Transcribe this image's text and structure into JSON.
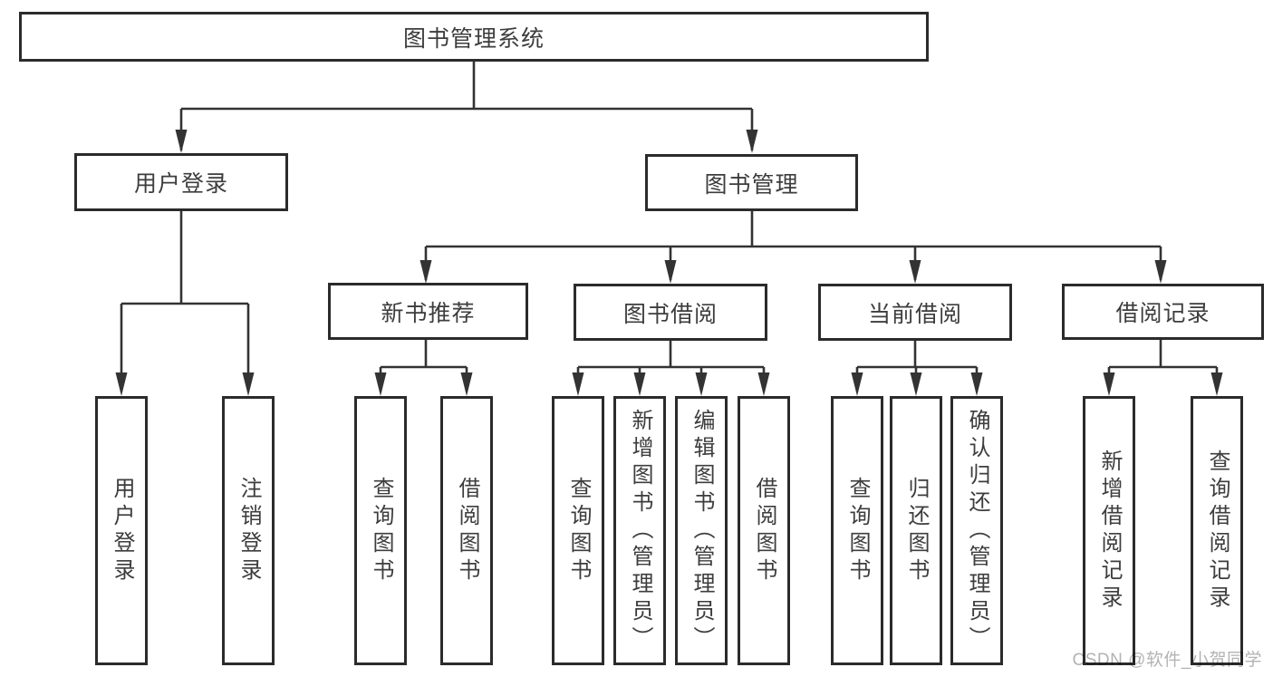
{
  "diagram": {
    "root": "图书管理系统",
    "branches": [
      {
        "label": "用户登录",
        "children": [
          "用户登录",
          "注销登录"
        ]
      },
      {
        "label": "图书管理",
        "children": [
          {
            "label": "新书推荐",
            "children": [
              "查询图书",
              "借阅图书"
            ]
          },
          {
            "label": "图书借阅",
            "children": [
              "查询图书",
              "新增图书（管理员）",
              "编辑图书（管理员）",
              "借阅图书"
            ]
          },
          {
            "label": "当前借阅",
            "children": [
              "查询图书",
              "归还图书",
              "确认归还（管理员）"
            ]
          },
          {
            "label": "借阅记录",
            "children": [
              "新增借阅记录",
              "查询借阅记录"
            ]
          }
        ]
      }
    ]
  },
  "watermark": "CSDN @软件_小贺同学",
  "colors": {
    "line": "#333333",
    "box_border": "#2b2b2b",
    "text": "#3d3d3d",
    "watermark": "#b3b3b3",
    "background": "#ffffff"
  }
}
